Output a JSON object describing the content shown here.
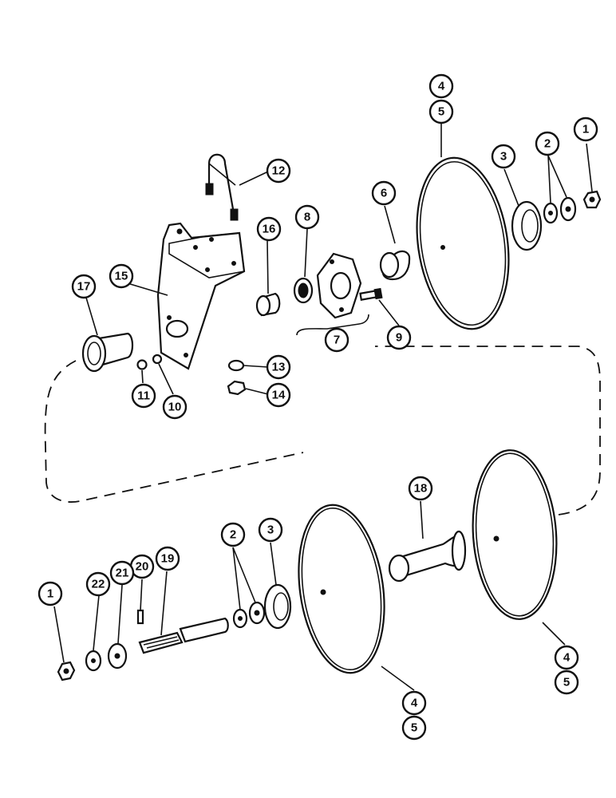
{
  "callouts": {
    "c1_top": "1",
    "c2_top": "2",
    "c3_top": "3",
    "c4_top": "4",
    "c5_top": "5",
    "c6": "6",
    "c7": "7",
    "c8": "8",
    "c9": "9",
    "c10": "10",
    "c11": "11",
    "c12": "12",
    "c13": "13",
    "c14": "14",
    "c15": "15",
    "c16": "16",
    "c17": "17",
    "c18": "18",
    "c19": "19",
    "c20": "20",
    "c21": "21",
    "c22": "22",
    "c1_bottom": "1",
    "c2_bottom": "2",
    "c3_bottom": "3",
    "c4_mid": "4",
    "c5_mid": "5",
    "c4_right": "4",
    "c5_right": "5"
  }
}
